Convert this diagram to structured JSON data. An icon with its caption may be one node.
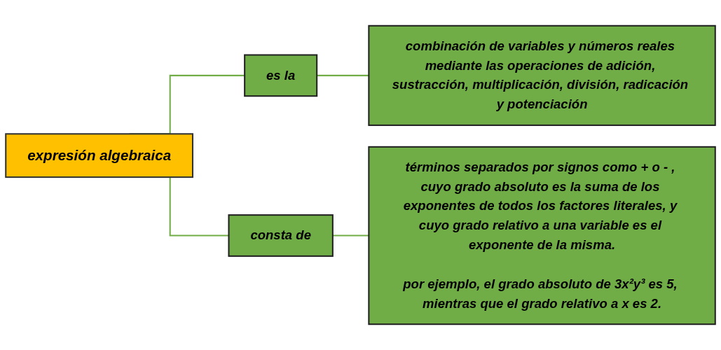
{
  "diagram": {
    "nodes": [
      {
        "text": [
          "expresión algebraica"
        ]
      },
      {
        "text": [
          "es la"
        ]
      },
      {
        "text": [
          "combinación de variables y números reales mediante las operaciones de adición, sustracción, multiplicación, división, radicación y potenciación"
        ]
      },
      {
        "text": [
          "consta de"
        ]
      },
      {
        "text": [
          "términos separados por signos como + o - , cuyo grado absoluto es la suma de los exponentes de todos los factores literales, y cuyo grado relativo a una variable es el exponente de la misma.",
          "por ejemplo, el grado absoluto de 3x²y³ es 5, mientras que el grado relativo a x es 2."
        ]
      }
    ],
    "edges": [
      {
        "from": 0,
        "to": 1,
        "arrow": "none"
      },
      {
        "from": 1,
        "to": 2,
        "arrow": "none"
      },
      {
        "from": 0,
        "to": 3,
        "arrow": "none"
      },
      {
        "from": 3,
        "to": 4,
        "arrow": "none"
      }
    ]
  }
}
